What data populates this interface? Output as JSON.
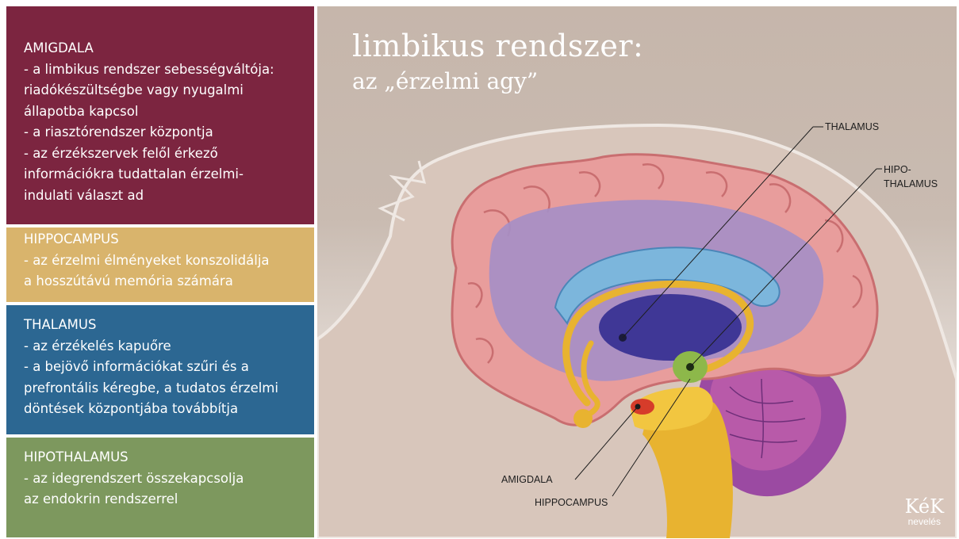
{
  "panels": {
    "amigdala": {
      "color": "#7c2540",
      "lines": [
        "AMIGDALA",
        "- a limbikus rendszer sebességváltója:",
        "riadókészültségbe vagy nyugalmi",
        "állapotba kapcsol",
        "- a riasztórendszer központja",
        "- az érzékszervek felől érkező",
        "információkra tudattalan érzelmi-",
        "indulati választ ad"
      ]
    },
    "hippocampus": {
      "color": "#d9b46c",
      "lines": [
        "HIPPOCAMPUS",
        "- az érzelmi élményeket konszolidálja",
        "a hosszútávú memória számára"
      ]
    },
    "thalamus": {
      "color": "#2c6792",
      "lines": [
        "THALAMUS",
        "- az érzékelés kapuőre",
        "- a bejövő információkat szűri és a",
        "prefrontális kéregbe, a tudatos érzelmi",
        "döntések központjába továbbítja"
      ]
    },
    "hipothalamus": {
      "color": "#7d985e",
      "lines": [
        "HIPOTHALAMUS",
        "- az idegrendszert összekapcsolja",
        "az endokrin rendszerrel"
      ]
    }
  },
  "illustration": {
    "title_line1": "limbikus rendszer:",
    "title_line2": "az „érzelmi agy”",
    "labels": {
      "thalamus": "THALAMUS",
      "hipo_line1": "HIPO-",
      "hipo_line2": "THALAMUS",
      "amigdala": "AMIGDALA",
      "hippocampus": "HIPPOCAMPUS"
    },
    "logo": {
      "main": "KéK",
      "sub": "nevelés"
    }
  }
}
